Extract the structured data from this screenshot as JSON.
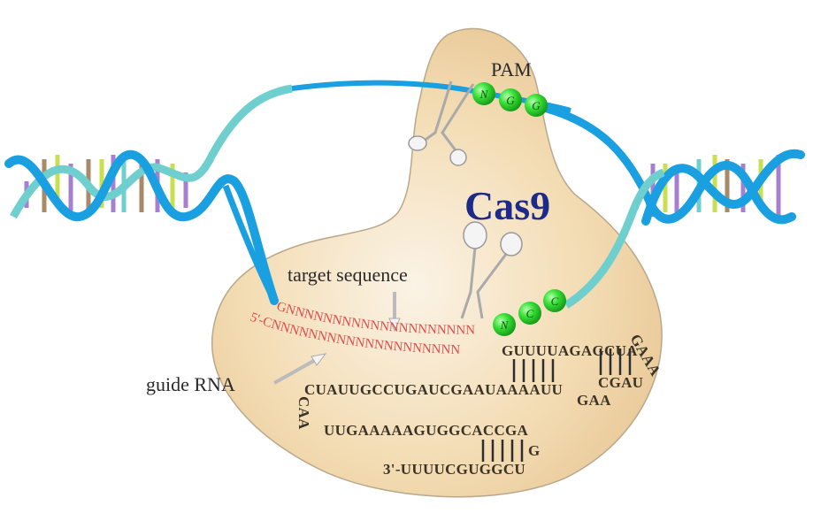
{
  "diagram": {
    "title": "Cas9",
    "labels": {
      "pam": "PAM",
      "protein": "Cas9",
      "target_sequence": "target sequence",
      "guide_rna": "guide RNA"
    },
    "pam_beads": [
      "N",
      "G",
      "G"
    ],
    "complement_beads": [
      "N",
      "C",
      "C"
    ],
    "target_strand": "GNNNNNNNNNNNNNNNNNNNN",
    "guide_strand": "5'-CNNNNNNNNNNNNNNNNNNNN",
    "scaffold": {
      "line1": "GUUUUAGAGCUA",
      "loop1": "GAAA",
      "line2": "CUAUUGCCUGAUCGAAUAAAAUU",
      "stem1_right": "CGAU",
      "loop2_bottom": "GAA",
      "loop3_left": "CAA",
      "line3": "UUGAAAAAGUGGCACCGA",
      "hairpin_g": "G",
      "line4": "3'-UUUUCGUGGCU"
    },
    "colors": {
      "protein_fill": "#f1d7aa",
      "protein_edge": "#b9a88c",
      "dna_strand_dark": "#1aa0e0",
      "dna_strand_light": "#6fcfcf",
      "bead": "#3ad63a",
      "rna_red": "#e04a4a",
      "cas9_text": "#1c2a8a",
      "base_purple": "#a77fd0",
      "base_brown": "#a88968",
      "base_lime": "#c8e04f"
    }
  }
}
